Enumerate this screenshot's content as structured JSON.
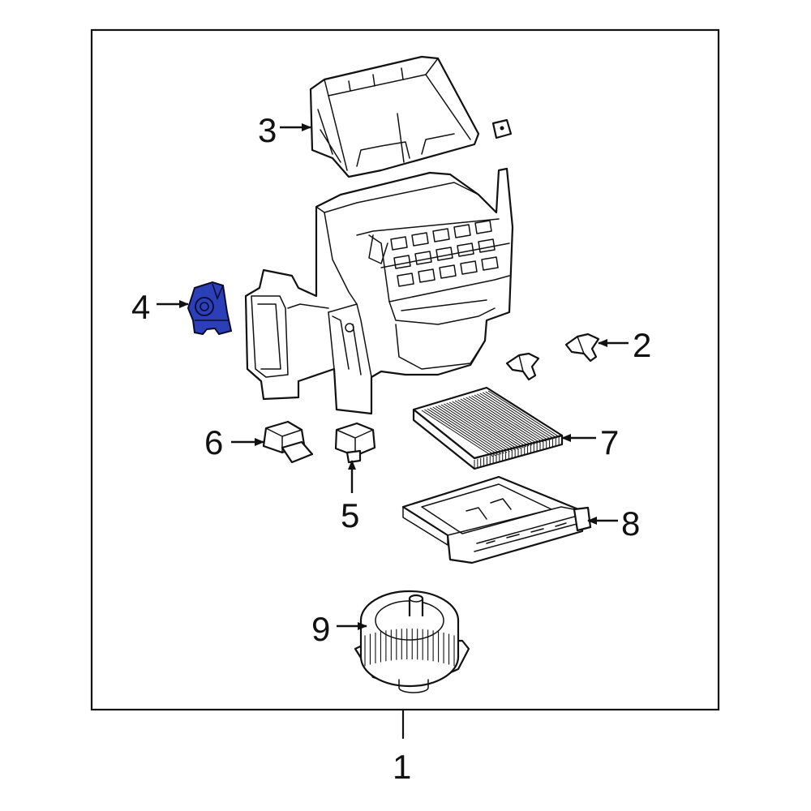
{
  "callouts": {
    "c1": "1",
    "c2": "2",
    "c3": "3",
    "c4": "4",
    "c5": "5",
    "c6": "6",
    "c7": "7",
    "c8": "8",
    "c9": "9"
  },
  "colors": {
    "highlight": "#2b3fb8",
    "line": "#111111",
    "background": "#ffffff"
  }
}
